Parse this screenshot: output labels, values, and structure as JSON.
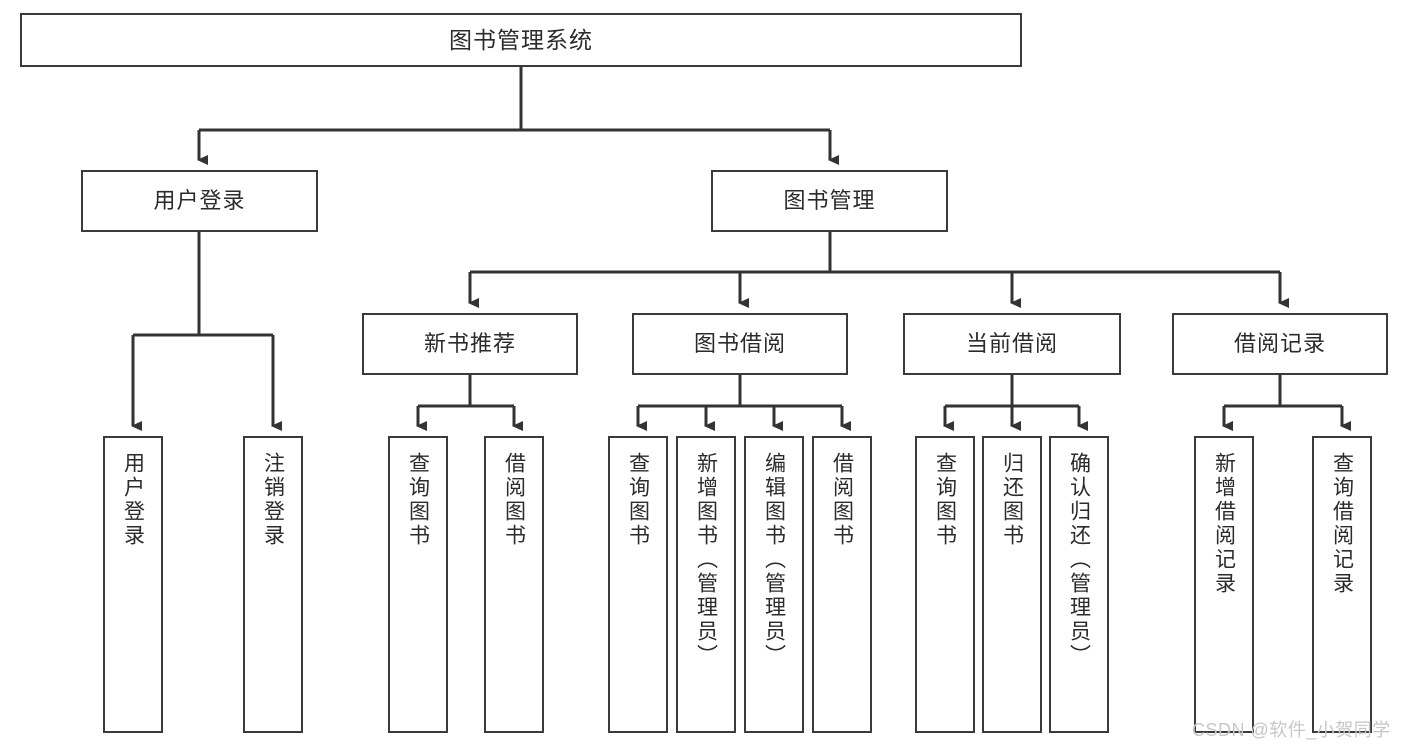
{
  "diagram": {
    "title": "图书管理系统",
    "type": "tree-hierarchy-chart",
    "watermark": "CSDN @软件_小贺同学",
    "colors": {
      "border": "#3a3a3a",
      "text": "#2b2b2b",
      "background": "#ffffff",
      "connector": "#333333",
      "watermark": "#c7c7c7"
    },
    "nodes": {
      "root": {
        "label": "图书管理系统"
      },
      "level1": [
        {
          "label": "用户登录"
        },
        {
          "label": "图书管理"
        }
      ],
      "level2": [
        {
          "label": "新书推荐"
        },
        {
          "label": "图书借阅"
        },
        {
          "label": "当前借阅"
        },
        {
          "label": "借阅记录"
        }
      ],
      "leaves": {
        "user_login": [
          {
            "label": "用户登录"
          },
          {
            "label": "注销登录"
          }
        ],
        "new_book": [
          {
            "label": "查询图书"
          },
          {
            "label": "借阅图书"
          }
        ],
        "book_borrow": [
          {
            "label": "查询图书"
          },
          {
            "label": "新增图书（管理员）"
          },
          {
            "label": "编辑图书（管理员）"
          },
          {
            "label": "借阅图书"
          }
        ],
        "current_borrow": [
          {
            "label": "查询图书"
          },
          {
            "label": "归还图书"
          },
          {
            "label": "确认归还（管理员）"
          }
        ],
        "borrow_record": [
          {
            "label": "新增借阅记录"
          },
          {
            "label": "查询借阅记录"
          }
        ]
      }
    }
  }
}
